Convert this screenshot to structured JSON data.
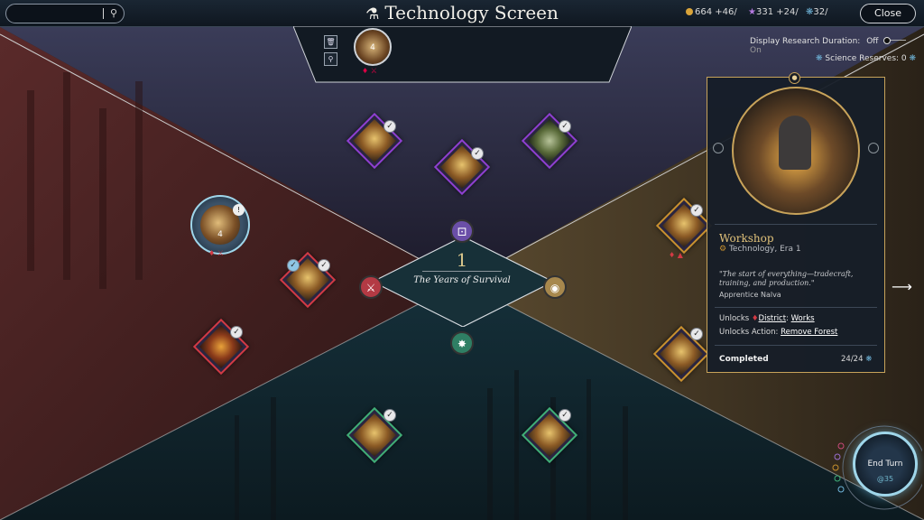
{
  "window": {
    "title": "Technology Screen"
  },
  "search": {
    "placeholder": ""
  },
  "resources": [
    {
      "name": "influence",
      "text": "664 +46/",
      "color": "#d9a43a"
    },
    {
      "name": "science",
      "text": "331 +24/",
      "color": "#b57ae0"
    },
    {
      "name": "research",
      "text": "32/",
      "color": "#6fb4d9"
    }
  ],
  "close_label": "Close",
  "top_tray": {
    "queue_item_badge": "4"
  },
  "settings": {
    "display_research_duration": "Display Research Duration:",
    "off": "Off",
    "on": "On",
    "science_reserves": "Science Reserves: 0"
  },
  "left_badge": {
    "value": "4",
    "marker": "!"
  },
  "era": {
    "number": "1",
    "name": "The Years of Survival"
  },
  "panel": {
    "name": "Workshop",
    "subtitle": "Technology, Era 1",
    "quote": "\"The start of everything—tradecraft, training, and production.\"",
    "author": "Apprentice Nalva",
    "unlocks_prefix": "Unlocks",
    "unlocks_district": "District",
    "unlocks_sep": ":",
    "unlocks_item": "Works",
    "unlocks_action_prefix": "Unlocks Action:",
    "unlocks_action": "Remove Forest",
    "status": "Completed",
    "progress": "24/24"
  },
  "end_turn": {
    "label": "End Turn",
    "sub": "@35"
  },
  "icons": {
    "search": "search-icon",
    "flask": "flask-icon",
    "trash": "trash-icon",
    "magnify": "magnify-icon",
    "check": "check-icon",
    "lock": "lock-icon",
    "arrow": "arrow-right-icon"
  }
}
